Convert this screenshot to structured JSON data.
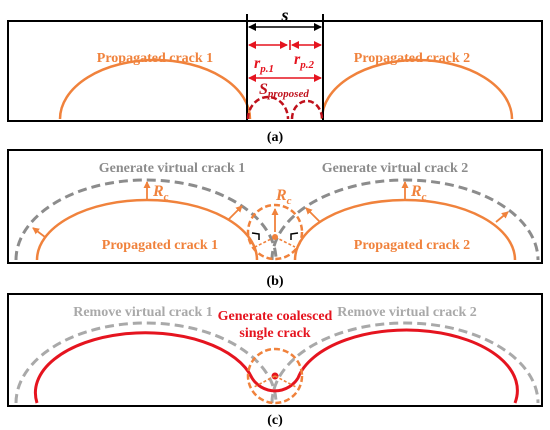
{
  "colors": {
    "orange": "#f0823c",
    "red": "#e5141f",
    "dark_red": "#c0111c",
    "gray": "#8c8c8c",
    "light_gray": "#a9a9a9",
    "black": "#000000"
  },
  "panel_a": {
    "caption": "(a)",
    "crack_left_label": "Propagated crack 1",
    "crack_right_label": "Propagated crack 2",
    "s_label": "s",
    "rp1_main": "r",
    "rp1_sub": "p.1",
    "rp2_main": "r",
    "rp2_sub": "p.2",
    "s_proposed_main": "S",
    "s_proposed_sub": "proposed"
  },
  "panel_b": {
    "caption": "(b)",
    "virtual_left_label": "Generate virtual crack 1",
    "virtual_right_label": "Generate virtual crack 2",
    "crack_left_label": "Propagated crack 1",
    "crack_right_label": "Propagated crack 2",
    "rc_main": "R",
    "rc_sub": "c"
  },
  "panel_c": {
    "caption": "(c)",
    "remove_left_label": "Remove virtual crack 1",
    "remove_right_label": "Remove virtual crack 2",
    "coalesced_line1": "Generate coalesced",
    "coalesced_line2": "single crack"
  }
}
